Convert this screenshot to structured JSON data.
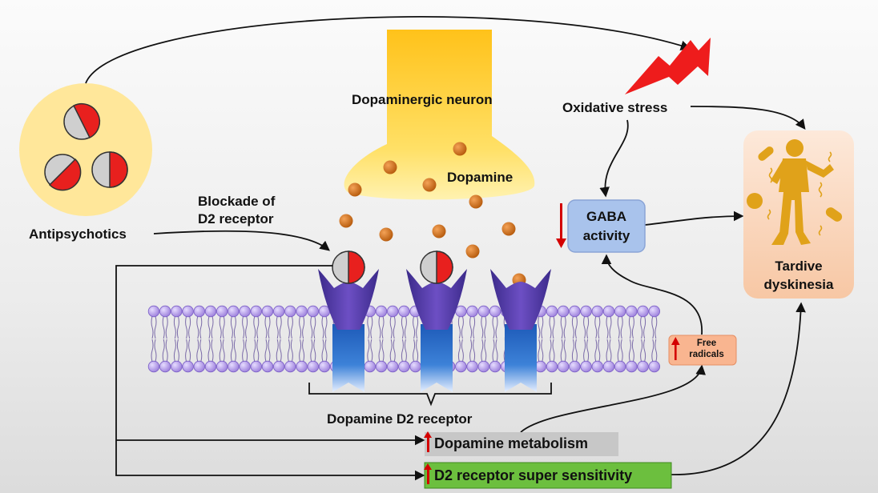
{
  "labels": {
    "antipsychotics": "Antipsychotics",
    "blockade_line1": "Blockade of",
    "blockade_line2": "D2 receptor",
    "neuron": "Dopaminergic neuron",
    "dopamine": "Dopamine",
    "oxidative_stress": "Oxidative stress",
    "gaba_line1": "GABA",
    "gaba_line2": "activity",
    "tardive_line1": "Tardive",
    "tardive_line2": "dyskinesia",
    "free_radicals_line1": "Free",
    "free_radicals_line2": "radicals",
    "d2_receptor": "Dopamine D2 receptor",
    "dopamine_metabolism": "Dopamine metabolism",
    "d2_super_sensitivity": "D2 receptor super sensitivity"
  },
  "colors": {
    "pill_red": "#e8201e",
    "pill_grey": "#cfcfcf",
    "neuron_yellow": "#ffd12e",
    "dopamine_orange": "#c86a16",
    "membrane_purple": "#b79be8",
    "receptor_purple": "#5533a0",
    "receptor_blue": "#2a6cc4",
    "gaba_blue": "#a9c3ec",
    "tardive_peach": "#fbd7bb",
    "free_radicals": "#f9b590",
    "metabolism_grey": "#c7c7c7",
    "sensitivity_green": "#6cbf3e",
    "lightning_red": "#ee1c1c"
  },
  "icons": {
    "pill": "capsule-icon",
    "lightning": "lightning-bolt-icon",
    "person": "tremor-person-icon",
    "increase": "red-up-arrow-icon",
    "decrease": "red-down-arrow-icon"
  }
}
